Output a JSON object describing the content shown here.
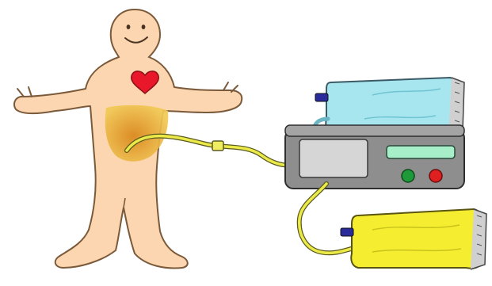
{
  "figure": {
    "elements": {
      "person": "human-figure",
      "heart": "heart-icon",
      "abdomen": "peritoneal-cavity",
      "catheter": "catheter-tube",
      "machine": "dialysis-machine",
      "fresh_bag": "fresh-dialysate-bag",
      "drain_bag": "drain-bag"
    },
    "colors": {
      "skin": "#fcd6b0",
      "skin_outline": "#7a5a3a",
      "heart": "#e8182a",
      "abdomen_fluid": "#e3a21a",
      "tube": "#e8e43a",
      "machine_body": "#8e8e8e",
      "machine_panel": "#d6d6d6",
      "display": "#a6efc8",
      "button_green": "#1e9a3a",
      "button_red": "#e02020",
      "fresh_bag": "#a8e6ef",
      "drain_bag": "#f5ee30"
    }
  }
}
